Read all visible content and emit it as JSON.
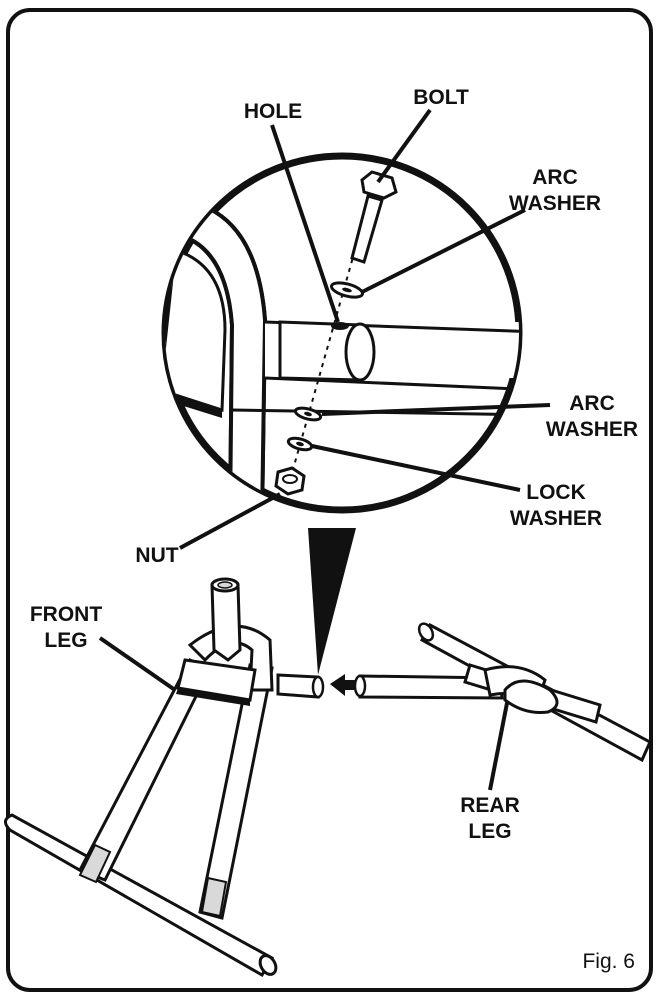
{
  "labels": {
    "hole": "HOLE",
    "bolt": "BOLT",
    "arc_washer_top_1": "ARC",
    "arc_washer_top_2": "WASHER",
    "arc_washer_mid_1": "ARC",
    "arc_washer_mid_2": "WASHER",
    "lock_washer_1": "LOCK",
    "lock_washer_2": "WASHER",
    "nut": "NUT",
    "front_leg_1": "FRONT",
    "front_leg_2": "LEG",
    "rear_leg_1": "REAR",
    "rear_leg_2": "LEG"
  },
  "figure": "Fig. 6",
  "colors": {
    "ink": "#111111",
    "fill": "#ffffff",
    "shade": "#d9d9d9"
  }
}
